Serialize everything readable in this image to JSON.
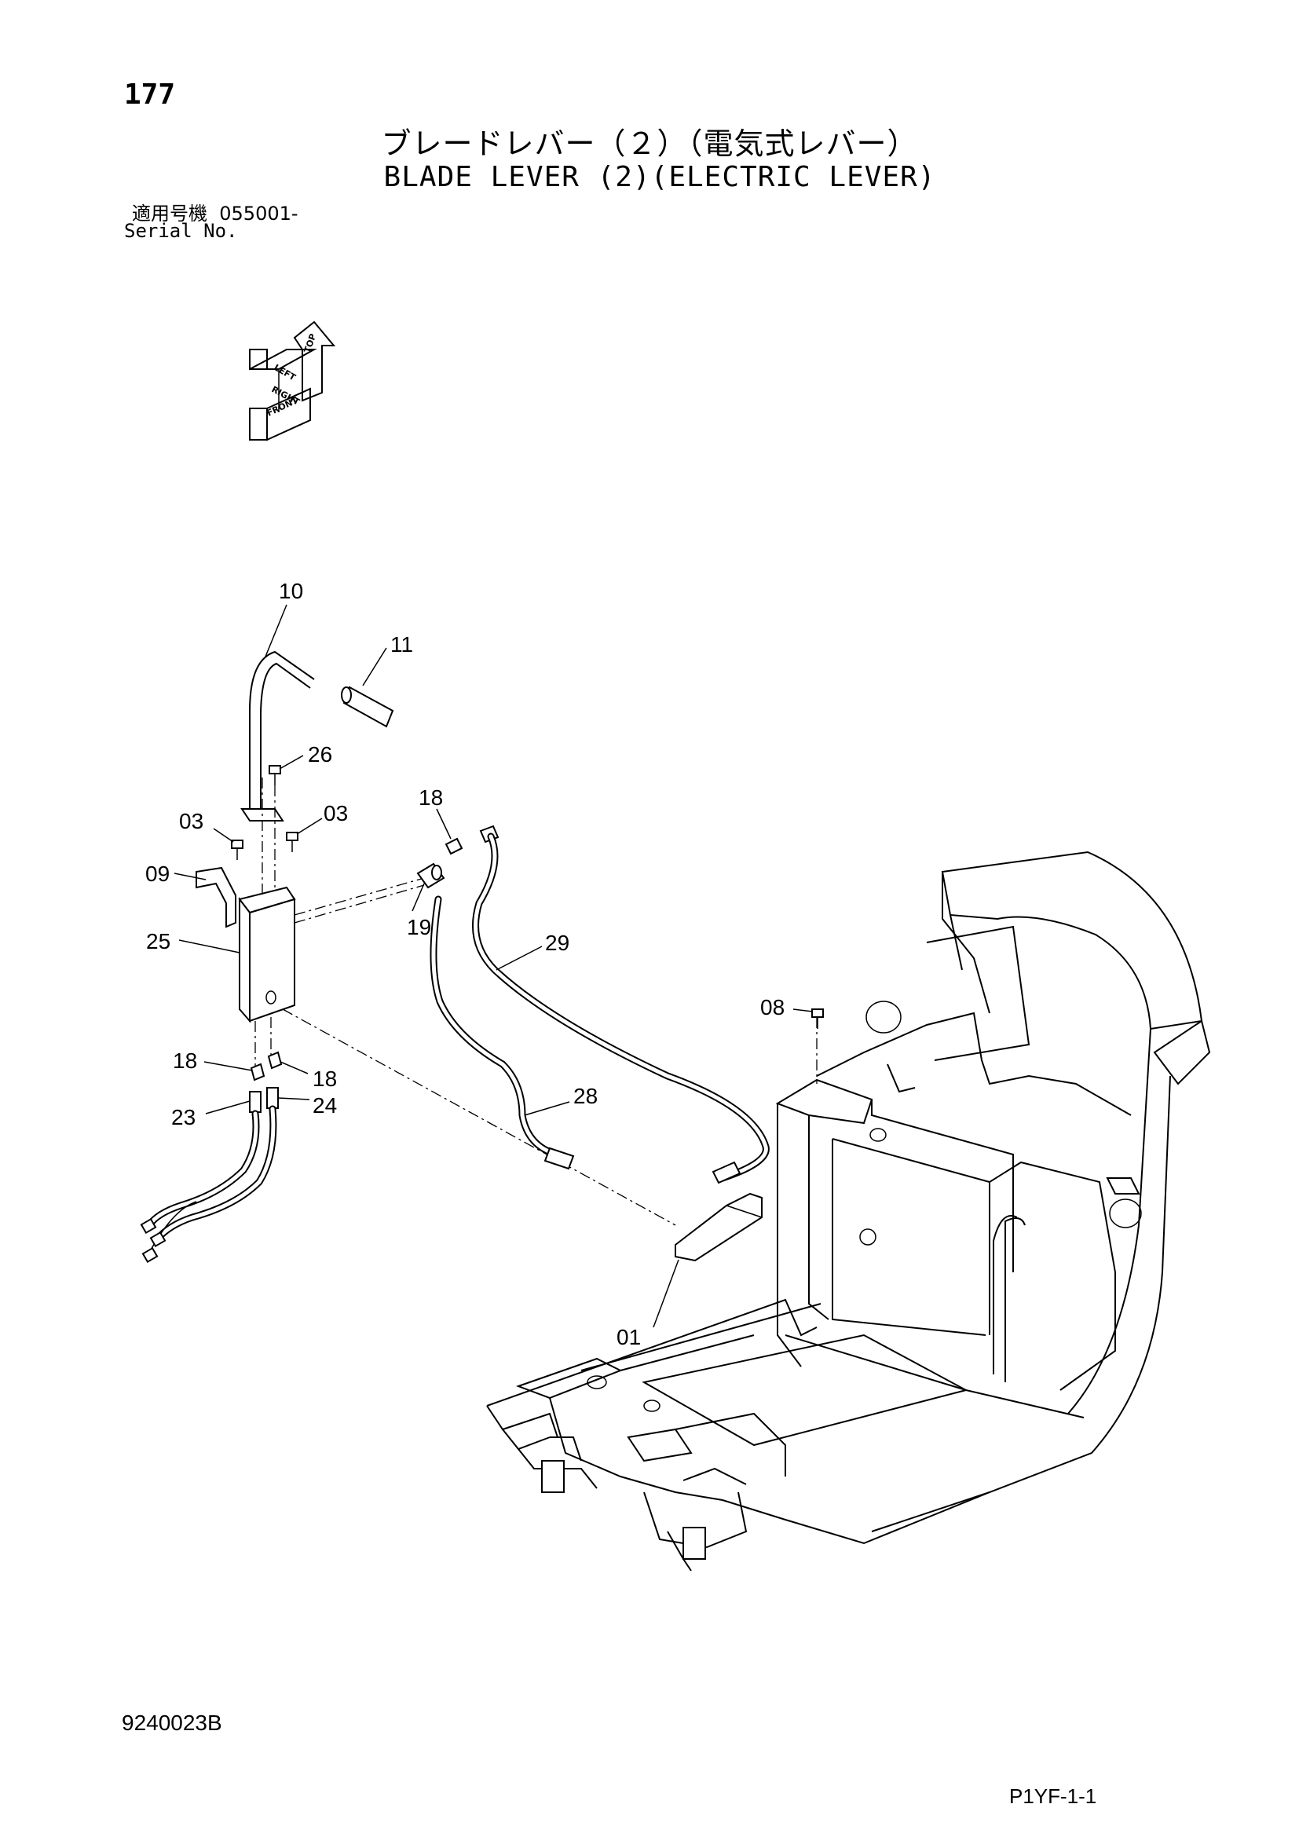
{
  "header": {
    "page_number": "177",
    "title_jp": "ブレードレバー（２）（電気式レバー）",
    "title_en": "BLADE LEVER (2)(ELECTRIC LEVER)",
    "serial_label_jp": "適用号機",
    "serial_value": "055001-",
    "serial_label_en": "Serial No."
  },
  "orientation_icon": {
    "labels": [
      "TOP",
      "LEFT",
      "RIGHT",
      "FRONT"
    ]
  },
  "callouts": {
    "c10": "10",
    "c11": "11",
    "c26": "26",
    "c03a": "03",
    "c03b": "03",
    "c18a": "18",
    "c09": "09",
    "c25": "25",
    "c19": "19",
    "c29": "29",
    "c08": "08",
    "c18b": "18",
    "c18c": "18",
    "c23": "23",
    "c24": "24",
    "c28": "28",
    "c01": "01"
  },
  "footer": {
    "doc_number": "9240023B",
    "page_code": "P1YF-1-1"
  }
}
